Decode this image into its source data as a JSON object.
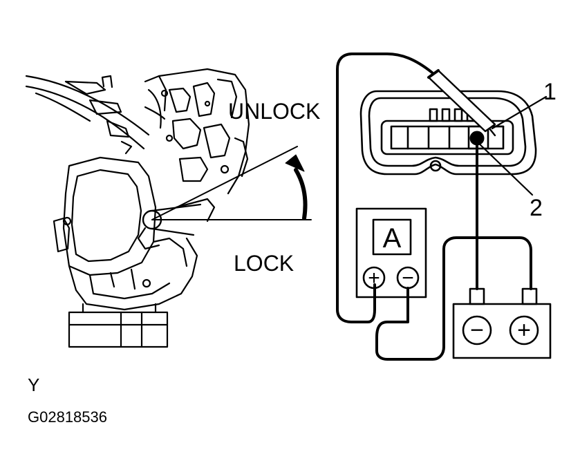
{
  "labels": {
    "unlock": "UNLOCK",
    "lock": "LOCK",
    "callout_1": "1",
    "callout_2": "2",
    "ammeter_letter": "A",
    "view_letter": "Y",
    "figure_code": "G02818536"
  },
  "ammeter": {
    "positive_symbol": "+",
    "negative_symbol": "−"
  },
  "battery": {
    "negative_symbol": "−",
    "positive_symbol": "+"
  },
  "icons": [
    "door-lock-actuator-icon",
    "connector-icon",
    "probe-icon",
    "ammeter-icon",
    "battery-icon",
    "rotation-arrow-icon"
  ]
}
